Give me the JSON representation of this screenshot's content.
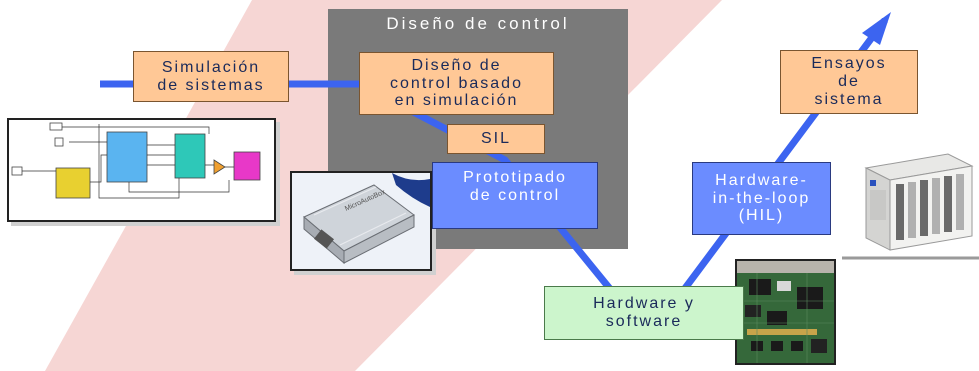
{
  "diagram": {
    "control_design_area": {
      "title": "Diseño de control"
    },
    "boxes": {
      "system_simulation": "Simulación\nde sistemas",
      "simulation_based_design": "Diseño de\ncontrol basado\nen simulación",
      "sil": "SIL",
      "control_prototyping": "Prototipado\nde control",
      "hardware_software": "Hardware y\nsoftware",
      "hil": "Hardware-\nin-the-loop\n(HIL)",
      "system_tests": "Ensayos\nde\nsistema"
    },
    "images": {
      "prototype_unit_label": "MicroAutoBox"
    },
    "colors": {
      "background_band": "#f6d6d4",
      "control_area": "#7a7a7a",
      "orange_box": "#ffc896",
      "blue_box": "#6b8cff",
      "green_box": "#ccf5cc",
      "arrow": "#3c64f0"
    }
  }
}
